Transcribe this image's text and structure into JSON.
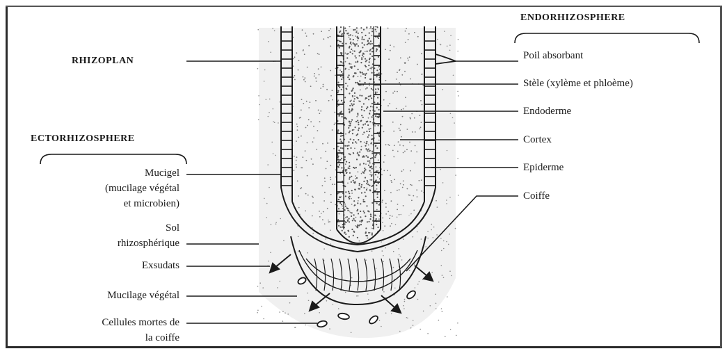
{
  "diagram": {
    "headers": {
      "endorhizosphere": "ENDORHIZOSPHERE",
      "ectorhizosphere": "ECTORHIZOSPHERE",
      "rhizoplan": "RHIZOPLAN"
    },
    "right_labels": [
      "Poil absorbant",
      "Stèle (xylème et phloème)",
      "Endoderme",
      "Cortex",
      "Epiderme",
      "Coiffe"
    ],
    "left_labels": {
      "mucigel": [
        "Mucigel",
        "(mucilage végétal",
        "et microbien)"
      ],
      "sol": [
        "Sol",
        "rhizosphérique"
      ],
      "exsudats": "Exsudats",
      "mucilage": "Mucilage végétal",
      "cellules": [
        "Cellules mortes de",
        "la coiffe"
      ]
    },
    "colors": {
      "ink": "#1a1a1a",
      "stipple": "#6e6e6e",
      "soil_shade": "#ebebeb"
    }
  }
}
